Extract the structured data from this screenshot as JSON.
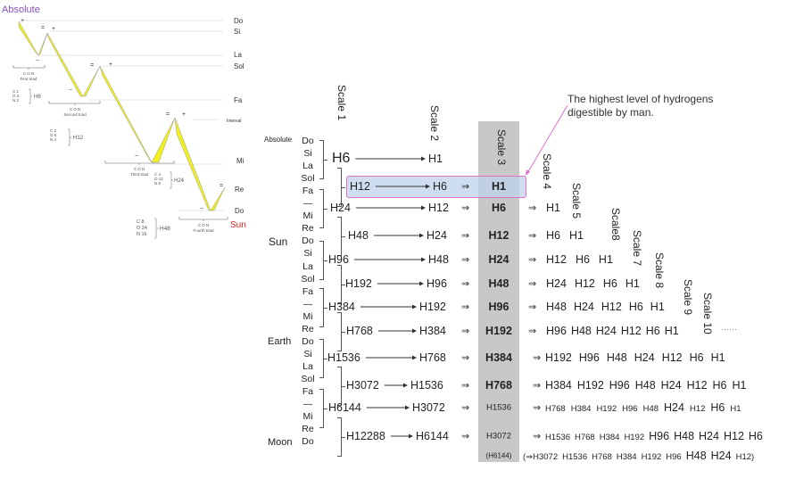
{
  "left_diagram": {
    "title": "Absolute",
    "notes": [
      "Do",
      "Si",
      "La",
      "Sol",
      "Fa",
      "Interval",
      "Mi",
      "Re",
      "Do"
    ],
    "sun": "Sun",
    "triads": [
      {
        "con": "C O N",
        "label": "First triad"
      },
      {
        "con": "C O N",
        "label": "Second triad"
      },
      {
        "con": "C O N",
        "label": "Third triad"
      },
      {
        "con": "C O N",
        "label": "Fourth triad"
      }
    ],
    "compositions": [
      {
        "rows": [
          "C  1",
          "O  3",
          "N  2"
        ],
        "h": "H6"
      },
      {
        "rows": [
          "C  2",
          "O  6",
          "N  4"
        ],
        "h": "H12"
      },
      {
        "rows": [
          "C  4",
          "O  12",
          "N  8"
        ],
        "h": "H24"
      },
      {
        "rows": [
          "C   8",
          "O  24",
          "N  16"
        ],
        "h": "H48"
      }
    ],
    "signs": {
      "plus": "+",
      "minus": "−",
      "equals": "="
    }
  },
  "main": {
    "scales": [
      "Scale 1",
      "Scale 2",
      "Scale 3",
      "Scale 4",
      "Scale 5",
      "Scale8",
      "Scale 7",
      "Scale 8",
      "Scale 9",
      "Scale 10"
    ],
    "ellipsis": "……",
    "regions": {
      "absolute": "Absolute",
      "sun": "Sun",
      "earth": "Earth",
      "moon": "Moon"
    },
    "notes": [
      "Do",
      "Si",
      "La",
      "Sol",
      "Fa",
      "—",
      "Mi",
      "Re",
      "Do",
      "Si",
      "La",
      "Sol",
      "Fa",
      "—",
      "Mi",
      "Re",
      "Do",
      "Si",
      "La",
      "Sol",
      "Fa",
      "—",
      "Mi",
      "Re",
      "Do"
    ],
    "annotation": [
      "The highest level of hydrogens",
      "digestible by man."
    ],
    "arrow_symbol": "⇒",
    "rows": [
      {
        "s1": "H6",
        "s2": "H1",
        "s3": null,
        "tail": []
      },
      {
        "s1": "H12",
        "s2": "H6",
        "s3": "H1",
        "tail": []
      },
      {
        "s1": "H24",
        "s2": "H12",
        "s3": "H6",
        "tail": [
          "H1"
        ]
      },
      {
        "s1": "H48",
        "s2": "H24",
        "s3": "H12",
        "tail": [
          "H6",
          "H1"
        ]
      },
      {
        "s1": "H96",
        "s2": "H48",
        "s3": "H24",
        "tail": [
          "H12",
          "H6",
          "H1"
        ]
      },
      {
        "s1": "H192",
        "s2": "H96",
        "s3": "H48",
        "tail": [
          "H24",
          "H12",
          "H6",
          "H1"
        ]
      },
      {
        "s1": "H384",
        "s2": "H192",
        "s3": "H96",
        "tail": [
          "H48",
          "H24",
          "H12",
          "H6",
          "H1"
        ]
      },
      {
        "s1": "H768",
        "s2": "H384",
        "s3": "H192",
        "tail": [
          "H96",
          "H48",
          "H24",
          "H12",
          "H6",
          "H1"
        ]
      },
      {
        "s1": "H1536",
        "s2": "H768",
        "s3": "H384",
        "tail": [
          "H192",
          "H96",
          "H48",
          "H24",
          "H12",
          "H6",
          "H1"
        ]
      },
      {
        "s1": "H3072",
        "s2": "H1536",
        "s3": "H768",
        "tail": [
          "H384",
          "H192",
          "H96",
          "H48",
          "H24",
          "H12",
          "H6",
          "H1"
        ]
      },
      {
        "s1": "H6144",
        "s2": "H3072",
        "s3": "H1536",
        "tail": [
          "H768",
          "H384",
          "H192",
          "H96",
          "H48",
          "H24",
          "H12",
          "H6",
          "H1"
        ]
      },
      {
        "s1": "H12288",
        "s2": "H6144",
        "s3": "H3072",
        "tail": [
          "H1536",
          "H768",
          "H384",
          "H192",
          "H96",
          "H48",
          "H24",
          "H12",
          "H6"
        ]
      }
    ],
    "extra_row": {
      "s3": "(H6144)",
      "tail": [
        "(⇒H3072",
        "H1536",
        "H768",
        "H384",
        "H192",
        "H96",
        "H48",
        "H24",
        "H12)"
      ]
    }
  },
  "colors": {
    "highlight_border": "#e070c8",
    "highlight_fill": "#bed2eb",
    "scale3_band": "#c8c8c8",
    "wedge": "#f0f020",
    "title": "#8a4fc0",
    "sun": "#e02020"
  }
}
